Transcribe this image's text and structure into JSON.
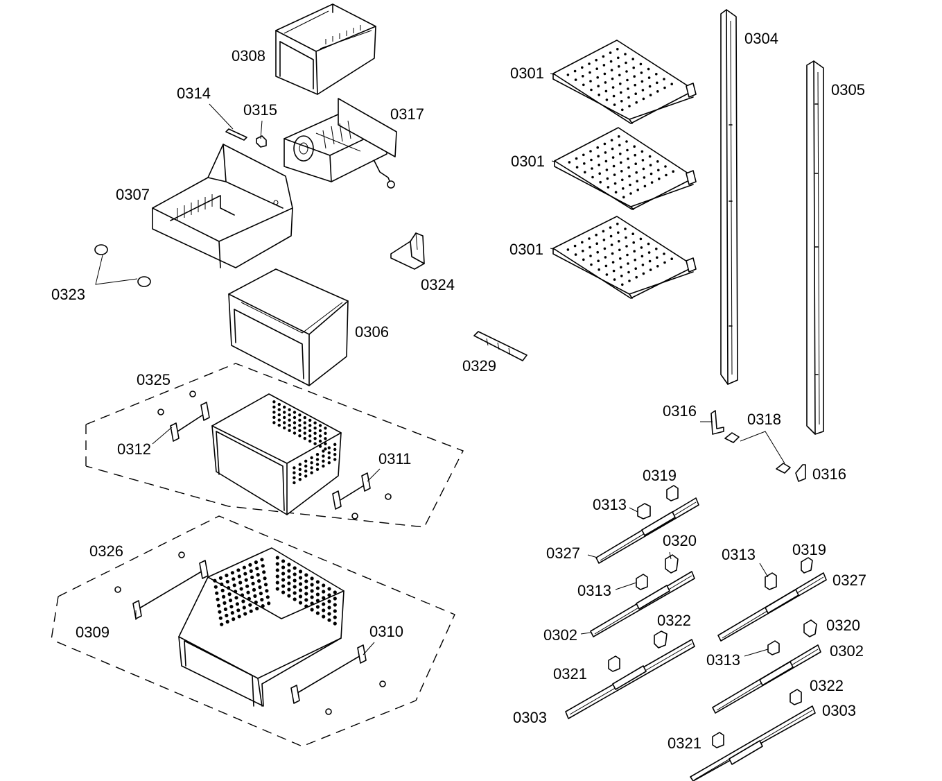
{
  "part_labels": {
    "p0308": "0308",
    "p0314": "0314",
    "p0315": "0315",
    "p0317": "0317",
    "p0307": "0307",
    "p0323": "0323",
    "p0324": "0324",
    "p0306": "0306",
    "p0329": "0329",
    "p0325": "0325",
    "p0312": "0312",
    "p0311": "0311",
    "p0326": "0326",
    "p0309": "0309",
    "p0310": "0310",
    "p0301a": "0301",
    "p0301b": "0301",
    "p0301c": "0301",
    "p0304": "0304",
    "p0305": "0305",
    "p0316a": "0316",
    "p0318": "0318",
    "p0316b": "0316",
    "p0319a": "0319",
    "p0313a": "0313",
    "p0327a": "0327",
    "p0320a": "0320",
    "p0313b": "0313",
    "p0302a": "0302",
    "p0322a": "0322",
    "p0321a": "0321",
    "p0303a": "0303",
    "p0313c": "0313",
    "p0319b": "0319",
    "p0327b": "0327",
    "p0320b": "0320",
    "p0313d": "0313",
    "p0302b": "0302",
    "p0322b": "0322",
    "p0303b": "0303",
    "p0321b": "0321"
  }
}
